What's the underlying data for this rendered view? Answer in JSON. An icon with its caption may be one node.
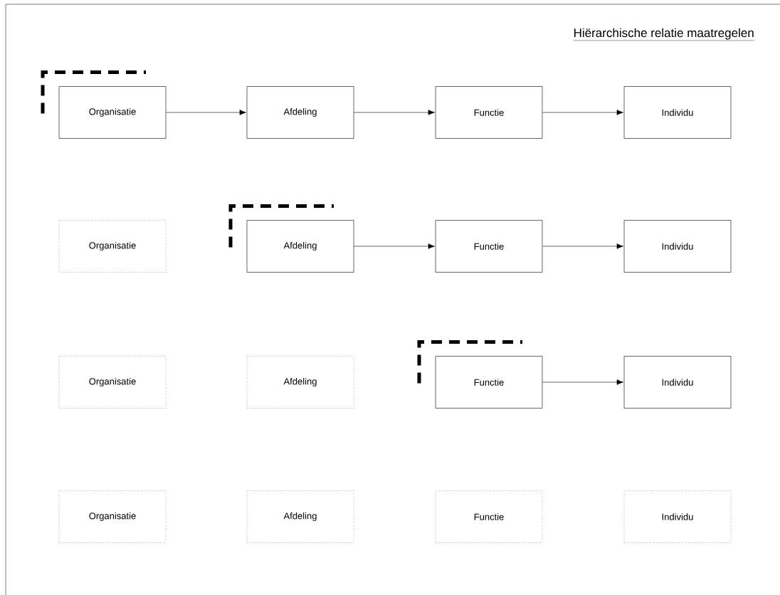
{
  "diagram": {
    "title": "Hiërarchische relatie maatregelen",
    "nodes": [
      {
        "text": [
          "Organisatie"
        ]
      },
      {
        "text": [
          "Afdeling"
        ]
      },
      {
        "text": [
          "Functie"
        ]
      },
      {
        "text": [
          "Individu"
        ]
      },
      {
        "text": [
          "Organisatie"
        ]
      },
      {
        "text": [
          "Afdeling"
        ]
      },
      {
        "text": [
          "Functie"
        ]
      },
      {
        "text": [
          "Individu"
        ]
      },
      {
        "text": [
          "Organisatie"
        ]
      },
      {
        "text": [
          "Afdeling"
        ]
      },
      {
        "text": [
          "Functie"
        ]
      },
      {
        "text": [
          "Individu"
        ]
      },
      {
        "text": [
          "Organisatie"
        ]
      },
      {
        "text": [
          "Afdeling"
        ]
      },
      {
        "text": [
          "Functie"
        ]
      },
      {
        "text": [
          "Individu"
        ]
      }
    ],
    "edges": [
      {
        "from": 0,
        "to": 1,
        "arrow": "to"
      },
      {
        "from": 1,
        "to": 2,
        "arrow": "to"
      },
      {
        "from": 2,
        "to": 3,
        "arrow": "to"
      },
      {
        "from": 5,
        "to": 6,
        "arrow": "to"
      },
      {
        "from": 6,
        "to": 7,
        "arrow": "to"
      },
      {
        "from": 10,
        "to": 11,
        "arrow": "to"
      }
    ]
  }
}
